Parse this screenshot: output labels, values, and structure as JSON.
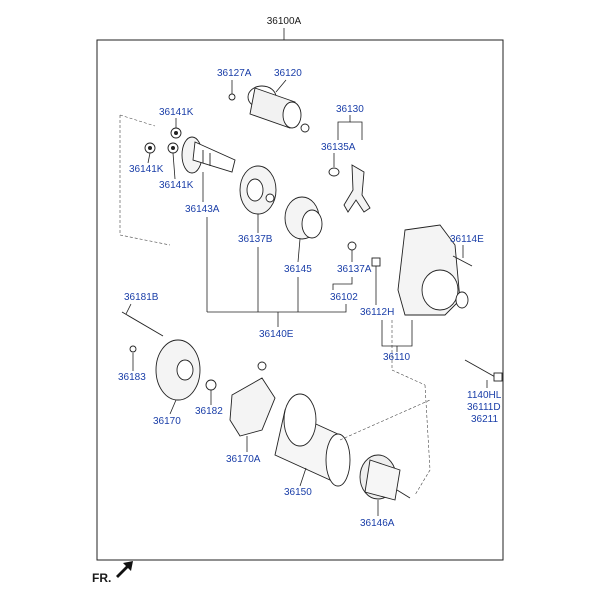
{
  "labels": {
    "assembly": "36100A",
    "p36127A": "36127A",
    "p36120": "36120",
    "p36141K_top": "36141K",
    "p36141K_left": "36141K",
    "p36141K_bottom": "36141K",
    "p36130": "36130",
    "p36135A": "36135A",
    "p36143A": "36143A",
    "p36137B": "36137B",
    "p36145": "36145",
    "p36137A": "36137A",
    "p36102": "36102",
    "p36114E": "36114E",
    "p36112H": "36112H",
    "p36110": "36110",
    "p36140E": "36140E",
    "p36181B": "36181B",
    "p36183": "36183",
    "p36170": "36170",
    "p36182": "36182",
    "p36170A": "36170A",
    "p36150": "36150",
    "p36146A": "36146A",
    "p1140HL": "1140HL",
    "p36111D": "36111D",
    "p36211": "36211"
  },
  "footer": {
    "direction": "FR."
  },
  "colors": {
    "label": "#1a3ea8",
    "assembly_label": "#1a1a1a",
    "line": "#222222"
  },
  "icons": {
    "front_arrow": "arrow-icon"
  }
}
